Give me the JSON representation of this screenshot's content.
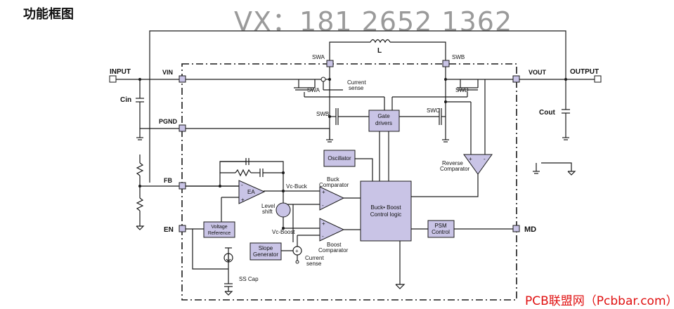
{
  "title": "功能框图",
  "watermark": "VX：181 2652 1362",
  "footer": "PCB联盟网（Pcbbar.com）",
  "pins": {
    "input": "INPUT",
    "vin": "VIN",
    "cin": "Cin",
    "pgnd": "PGND",
    "fb": "FB",
    "en": "EN",
    "vout": "VOUT",
    "output": "OUTPUT",
    "cout": "Cout",
    "md": "MD"
  },
  "switches": {
    "swa_top": "SWA",
    "swb_top": "SWB",
    "inductor": "L",
    "swa": "SWA",
    "swb": "SWB",
    "swc": "SWC",
    "swd": "SWD"
  },
  "blocks": {
    "gate_drivers": [
      "Gate",
      "drivers"
    ],
    "oscillator": "Oscillator",
    "control_logic": [
      "Buck• Boost",
      "Control logic"
    ],
    "psm_control": [
      "PSM",
      "Control"
    ],
    "voltage_reference": [
      "Voltage",
      "Reference"
    ],
    "slope_generator": [
      "Slope",
      "Generator"
    ],
    "ea": "EA",
    "buck_comparator": [
      "Buck",
      "Comparator"
    ],
    "boost_comparator": [
      "Boost",
      "Comparator"
    ],
    "reverse_comparator": [
      "Reverse",
      "Comparator"
    ],
    "level_shift": [
      "Level",
      "shift"
    ]
  },
  "labels": {
    "current_sense_top": [
      "Current",
      "sense"
    ],
    "current_sense_bottom": [
      "Current",
      "sense"
    ],
    "vc_buck": "Vc-Buck",
    "vc_boost": "Vc-Boost",
    "ss_cap": "SS Cap"
  }
}
